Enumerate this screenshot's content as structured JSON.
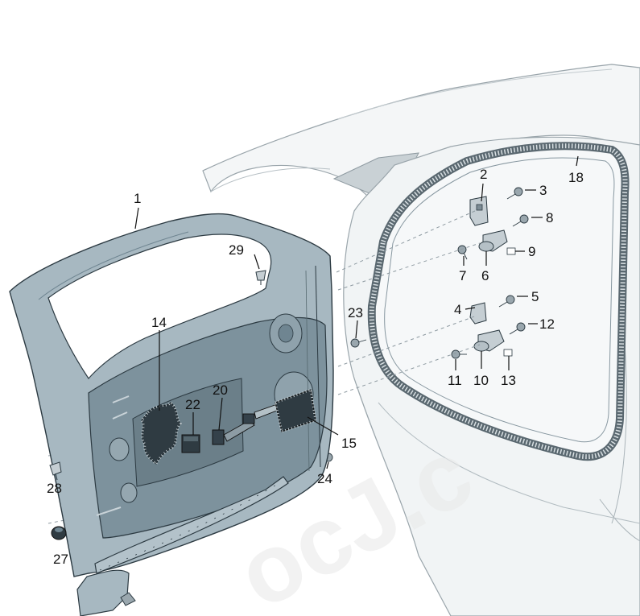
{
  "colors": {
    "door_panel": "#9fb2bc",
    "door_dark": "#6f8591",
    "inner_panel": "#7a8f9a",
    "body_shell": "#f2f5f6",
    "glass": "#ffffff",
    "seal_dots": "#4f5f68",
    "outline": "#2c3a42",
    "callout_line": "#111111",
    "callout_text": "#111111"
  },
  "watermark": {
    "text": "ocJ.c"
  },
  "callouts": {
    "c1": "1",
    "c2": "2",
    "c3": "3",
    "c4": "4",
    "c5": "5",
    "c6": "6",
    "c7": "7",
    "c8": "8",
    "c9": "9",
    "c10": "10",
    "c11": "11",
    "c12": "12",
    "c13": "13",
    "c14": "14",
    "c15": "15",
    "c18": "18",
    "c20": "20",
    "c22": "22",
    "c23": "23",
    "c24": "24",
    "c27": "27",
    "c28": "28",
    "c29": "29"
  }
}
